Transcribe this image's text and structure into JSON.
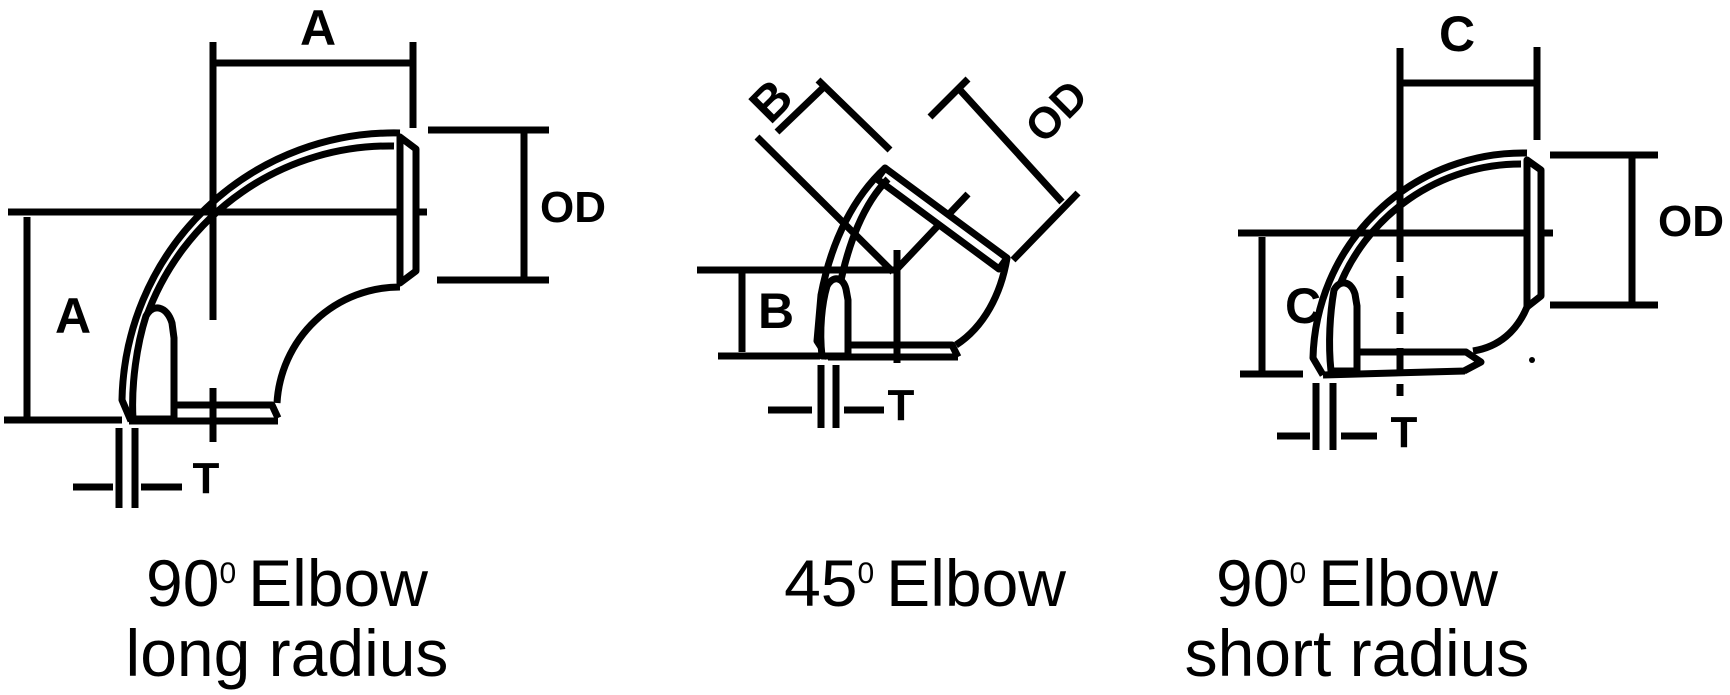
{
  "colors": {
    "line": "#000000",
    "background": "#ffffff"
  },
  "figures": [
    {
      "id": "90-elbow-long-radius",
      "labels": {
        "dim_top": "A",
        "dim_left": "A",
        "od": "OD",
        "thickness": "T"
      },
      "caption": {
        "angle": "90",
        "sup": "0",
        "word": "Elbow",
        "line2": "long radius"
      }
    },
    {
      "id": "45-elbow",
      "labels": {
        "dim_upper": "B",
        "dim_lower": "B",
        "od": "OD",
        "thickness": "T"
      },
      "caption": {
        "angle": "45",
        "sup": "0",
        "word": "Elbow",
        "line2": ""
      }
    },
    {
      "id": "90-elbow-short-radius",
      "labels": {
        "dim_top": "C",
        "dim_left": "C",
        "od": "OD",
        "thickness": "T"
      },
      "caption": {
        "angle": "90",
        "sup": "0",
        "word": "Elbow",
        "line2": "short radius"
      }
    }
  ]
}
